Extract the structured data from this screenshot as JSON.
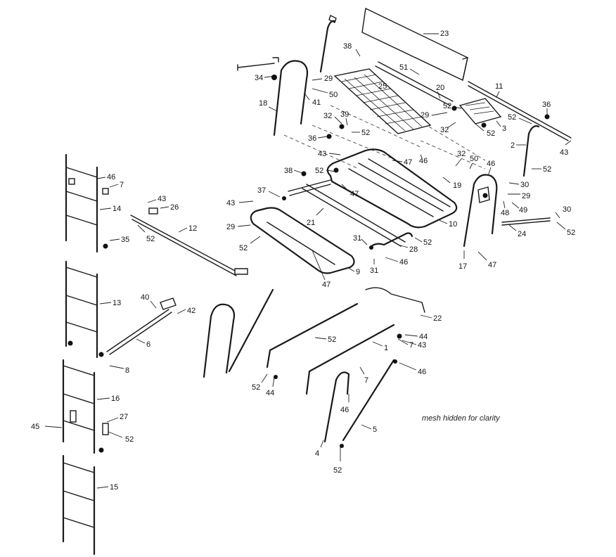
{
  "diagram": {
    "note": "mesh hidden for clarity",
    "callouts": [
      {
        "id": "c23",
        "label": "23"
      },
      {
        "id": "c38a",
        "label": "38"
      },
      {
        "id": "c51",
        "label": "51"
      },
      {
        "id": "c34",
        "label": "34"
      },
      {
        "id": "c29a",
        "label": "29"
      },
      {
        "id": "c25",
        "label": "25"
      },
      {
        "id": "c20",
        "label": "20"
      },
      {
        "id": "c11",
        "label": "11"
      },
      {
        "id": "c50a",
        "label": "50"
      },
      {
        "id": "c41",
        "label": "41"
      },
      {
        "id": "c18",
        "label": "18"
      },
      {
        "id": "c52a",
        "label": "52"
      },
      {
        "id": "c29b",
        "label": "29"
      },
      {
        "id": "c36a",
        "label": "36"
      },
      {
        "id": "c32a",
        "label": "32"
      },
      {
        "id": "c39",
        "label": "39"
      },
      {
        "id": "c52b",
        "label": "52"
      },
      {
        "id": "c32b",
        "label": "32"
      },
      {
        "id": "c52c",
        "label": "52"
      },
      {
        "id": "c3",
        "label": "3"
      },
      {
        "id": "c52d",
        "label": "52"
      },
      {
        "id": "c36b",
        "label": "36"
      },
      {
        "id": "c2",
        "label": "2"
      },
      {
        "id": "c43a",
        "label": "43"
      },
      {
        "id": "c43b",
        "label": "43"
      },
      {
        "id": "c47a",
        "label": "47"
      },
      {
        "id": "c46a",
        "label": "46"
      },
      {
        "id": "c32c",
        "label": "32"
      },
      {
        "id": "c50b",
        "label": "50"
      },
      {
        "id": "c46b",
        "label": "46"
      },
      {
        "id": "c52e",
        "label": "52"
      },
      {
        "id": "c38b",
        "label": "38"
      },
      {
        "id": "c52f",
        "label": "52"
      },
      {
        "id": "c47b",
        "label": "47"
      },
      {
        "id": "c19",
        "label": "19"
      },
      {
        "id": "c30a",
        "label": "30"
      },
      {
        "id": "c29c",
        "label": "29"
      },
      {
        "id": "c48",
        "label": "48"
      },
      {
        "id": "c49",
        "label": "49"
      },
      {
        "id": "c30b",
        "label": "30"
      },
      {
        "id": "c52g",
        "label": "52"
      },
      {
        "id": "c24",
        "label": "24"
      },
      {
        "id": "c37",
        "label": "37"
      },
      {
        "id": "c43c",
        "label": "43"
      },
      {
        "id": "c21",
        "label": "21"
      },
      {
        "id": "c10",
        "label": "10"
      },
      {
        "id": "c29d",
        "label": "29"
      },
      {
        "id": "c52h",
        "label": "52"
      },
      {
        "id": "c31a",
        "label": "31"
      },
      {
        "id": "c28",
        "label": "28"
      },
      {
        "id": "c52i",
        "label": "52"
      },
      {
        "id": "c31b",
        "label": "31"
      },
      {
        "id": "c46c",
        "label": "46"
      },
      {
        "id": "c9",
        "label": "9"
      },
      {
        "id": "c47c",
        "label": "47"
      },
      {
        "id": "c17",
        "label": "17"
      },
      {
        "id": "c47d",
        "label": "47"
      },
      {
        "id": "c46d",
        "label": "46"
      },
      {
        "id": "c7a",
        "label": "7"
      },
      {
        "id": "c14",
        "label": "14"
      },
      {
        "id": "c35",
        "label": "35"
      },
      {
        "id": "c43d",
        "label": "43"
      },
      {
        "id": "c26",
        "label": "26"
      },
      {
        "id": "c12",
        "label": "12"
      },
      {
        "id": "c52j",
        "label": "52"
      },
      {
        "id": "c13",
        "label": "13"
      },
      {
        "id": "c40",
        "label": "40"
      },
      {
        "id": "c42",
        "label": "42"
      },
      {
        "id": "c6",
        "label": "6"
      },
      {
        "id": "c8",
        "label": "8"
      },
      {
        "id": "c16",
        "label": "16"
      },
      {
        "id": "c27",
        "label": "27"
      },
      {
        "id": "c52k",
        "label": "52"
      },
      {
        "id": "c45",
        "label": "45"
      },
      {
        "id": "c15",
        "label": "15"
      },
      {
        "id": "c22",
        "label": "22"
      },
      {
        "id": "c52l",
        "label": "52"
      },
      {
        "id": "c44a",
        "label": "44"
      },
      {
        "id": "c43e",
        "label": "43"
      },
      {
        "id": "c7b",
        "label": "7"
      },
      {
        "id": "c1",
        "label": "1"
      },
      {
        "id": "c46e",
        "label": "46"
      },
      {
        "id": "c7c",
        "label": "7"
      },
      {
        "id": "c52m",
        "label": "52"
      },
      {
        "id": "c44b",
        "label": "44"
      },
      {
        "id": "c46f",
        "label": "46"
      },
      {
        "id": "c5",
        "label": "5"
      },
      {
        "id": "c4",
        "label": "4"
      },
      {
        "id": "c52n",
        "label": "52"
      }
    ]
  }
}
